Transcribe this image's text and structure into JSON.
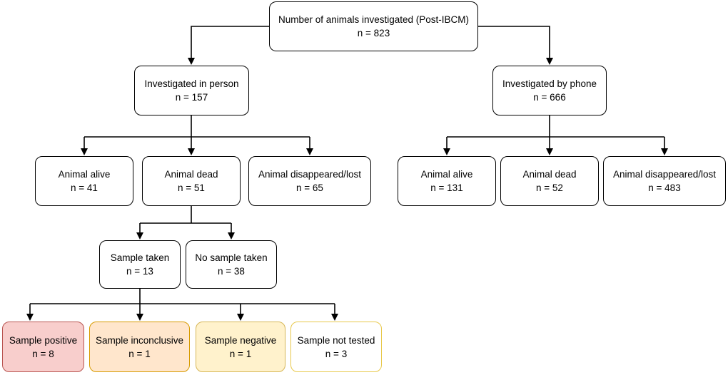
{
  "root": {
    "title": "Number of animals investigated (Post-IBCM)",
    "n": "n = 823"
  },
  "in_person": {
    "title": "Investigated in person",
    "n": "n = 157",
    "alive": {
      "title": "Animal alive",
      "n": "n = 41"
    },
    "dead": {
      "title": "Animal dead",
      "n": "n = 51"
    },
    "lost": {
      "title": "Animal disappeared/lost",
      "n": "n = 65"
    }
  },
  "by_phone": {
    "title": "Investigated by phone",
    "n": "n = 666",
    "alive": {
      "title": "Animal alive",
      "n": "n = 131"
    },
    "dead": {
      "title": "Animal dead",
      "n": "n = 52"
    },
    "lost": {
      "title": "Animal disappeared/lost",
      "n": "n = 483"
    }
  },
  "sample_taken": {
    "title": "Sample taken",
    "n": "n = 13"
  },
  "no_sample": {
    "title": "No sample taken",
    "n": "n = 38"
  },
  "results": {
    "positive": {
      "title": "Sample positive",
      "n": "n = 8"
    },
    "inconclusive": {
      "title": "Sample inconclusive",
      "n": "n = 1"
    },
    "negative": {
      "title": "Sample negative",
      "n": "n = 1"
    },
    "not_tested": {
      "title": "Sample not tested",
      "n": "n = 3"
    }
  },
  "colors": {
    "positive_fill": "#f8cecc",
    "positive_border": "#b85450",
    "inconclusive_fill": "#ffe6cc",
    "inconclusive_border": "#d79b00",
    "negative_fill": "#fff2cc",
    "negative_border": "#d6b656",
    "not_tested_border": "#e8c84a"
  }
}
